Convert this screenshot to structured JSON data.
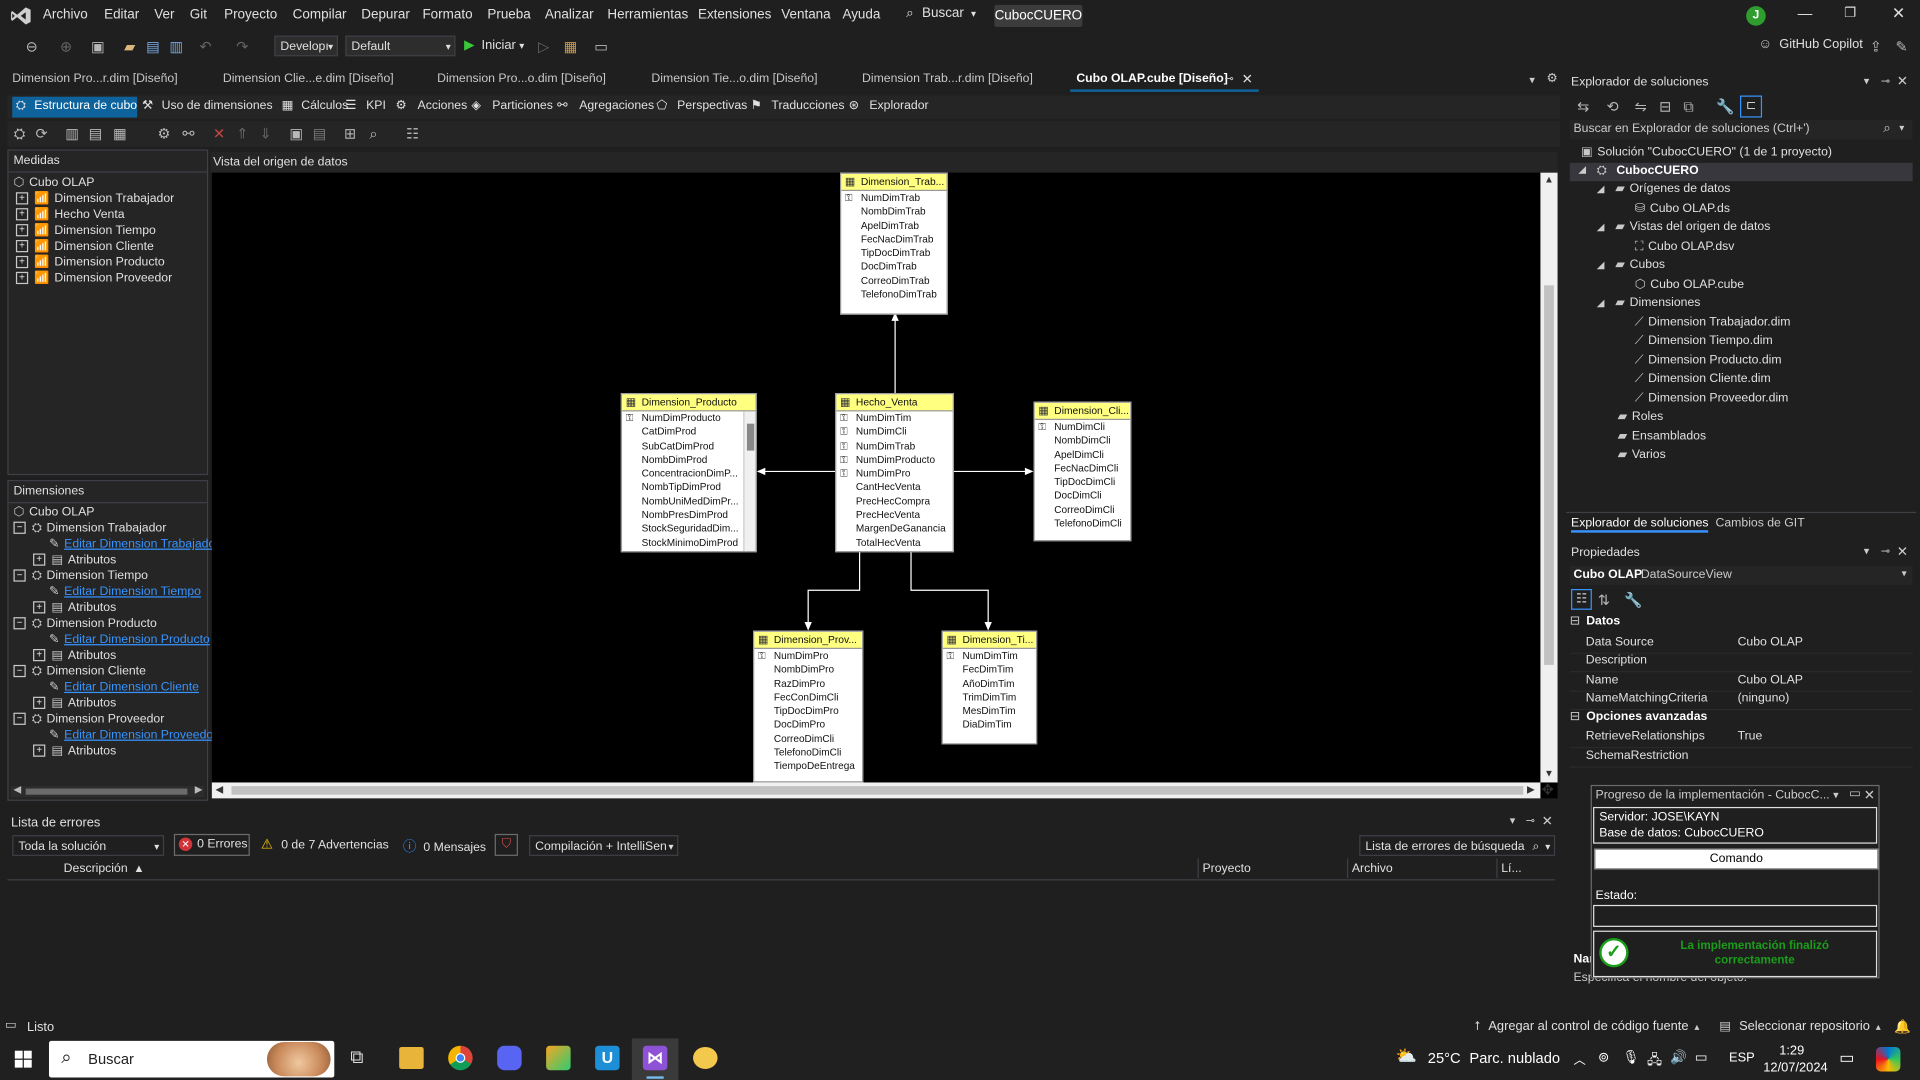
{
  "menu": {
    "items": [
      "Archivo",
      "Editar",
      "Ver",
      "Git",
      "Proyecto",
      "Compilar",
      "Depurar",
      "Formato",
      "Prueba",
      "Analizar",
      "Herramientas",
      "Extensiones",
      "Ventana",
      "Ayuda"
    ],
    "search": "Buscar",
    "solution_name": "CubocCUERO",
    "avatar": "J"
  },
  "toolbar": {
    "config": "Developı",
    "platform": "Default",
    "start": "Iniciar",
    "copilot": "GitHub Copilot"
  },
  "doc_tabs": [
    "Dimension Pro...r.dim [Diseño]",
    "Dimension Clie...e.dim [Diseño]",
    "Dimension Pro...o.dim [Diseño]",
    "Dimension Tie...o.dim [Diseño]",
    "Dimension Trab...r.dim [Diseño]",
    "Cubo OLAP.cube [Diseño]"
  ],
  "cube_toolbar": [
    "Estructura de cubo",
    "Uso de dimensiones",
    "Cálculos",
    "KPI",
    "Acciones",
    "Particiones",
    "Agregaciones",
    "Perspectivas",
    "Traducciones",
    "Explorador"
  ],
  "measures": {
    "title": "Medidas",
    "root": "Cubo OLAP",
    "items": [
      "Dimension Trabajador",
      "Hecho Venta",
      "Dimension Tiempo",
      "Dimension Cliente",
      "Dimension Producto",
      "Dimension Proveedor"
    ]
  },
  "dimensions": {
    "title": "Dimensiones",
    "root": "Cubo OLAP",
    "items": [
      {
        "name": "Dimension Trabajador",
        "edit": "Editar Dimension Trabajador",
        "attr": "Atributos"
      },
      {
        "name": "Dimension Tiempo",
        "edit": "Editar Dimension Tiempo",
        "attr": "Atributos"
      },
      {
        "name": "Dimension Producto",
        "edit": "Editar Dimension Producto",
        "attr": "Atributos"
      },
      {
        "name": "Dimension Cliente",
        "edit": "Editar Dimension Cliente",
        "attr": "Atributos"
      },
      {
        "name": "Dimension Proveedor",
        "edit": "Editar Dimension Proveedor",
        "attr": "Atributos"
      }
    ]
  },
  "dsv": {
    "title": "Vista del origen de datos",
    "tables": {
      "trabajador": {
        "name": "Dimension_Trab...",
        "cols": [
          "NumDimTrab",
          "NombDimTrab",
          "ApelDimTrab",
          "FecNacDimTrab",
          "TipDocDimTrab",
          "DocDimTrab",
          "CorreoDimTrab",
          "TelefonoDimTrab"
        ]
      },
      "producto": {
        "name": "Dimension_Producto",
        "cols": [
          "NumDimProducto",
          "CatDimProd",
          "SubCatDimProd",
          "NombDimProd",
          "ConcentracionDimP...",
          "NombTipDimProd",
          "NombUniMedDimPr...",
          "NombPresDimProd",
          "StockSeguridadDim...",
          "StockMinimoDimProd"
        ]
      },
      "hecho": {
        "name": "Hecho_Venta",
        "cols": [
          "NumDimTim",
          "NumDimCli",
          "NumDimTrab",
          "NumDimProducto",
          "NumDimPro",
          "CantHecVenta",
          "PrecHecCompra",
          "PrecHecVenta",
          "MargenDeGanancia",
          "TotalHecVenta"
        ]
      },
      "cliente": {
        "name": "Dimension_Cli...",
        "cols": [
          "NumDimCli",
          "NombDimCli",
          "ApelDimCli",
          "FecNacDimCli",
          "TipDocDimCli",
          "DocDimCli",
          "CorreoDimCli",
          "TelefonoDimCli"
        ]
      },
      "proveedor": {
        "name": "Dimension_Prov...",
        "cols": [
          "NumDimPro",
          "NombDimPro",
          "RazDimPro",
          "FecConDimCli",
          "TipDocDimPro",
          "DocDimPro",
          "CorreoDimCli",
          "TelefonoDimCli",
          "TiempoDeEntrega"
        ]
      },
      "tiempo": {
        "name": "Dimension_Ti...",
        "cols": [
          "NumDimTim",
          "FecDimTim",
          "AñoDimTim",
          "TrimDimTim",
          "MesDimTim",
          "DiaDimTim"
        ]
      }
    }
  },
  "errors": {
    "title": "Lista de errores",
    "scope": "Toda la solución",
    "errors": "0 Errores",
    "warnings": "0 de 7 Advertencias",
    "messages": "0 Mensajes",
    "build": "Compilación + IntelliSen",
    "search": "Lista de errores de búsqueda",
    "columns": [
      "Descripción",
      "Proyecto",
      "Archivo",
      "Lí..."
    ]
  },
  "solution_explorer": {
    "title": "Explorador de soluciones",
    "search": "Buscar en Explorador de soluciones (Ctrl+')",
    "solution": "Solución \"CubocCUERO\" (1 de 1 proyecto)",
    "project": "CubocCUERO",
    "nodes": [
      {
        "label": "Orígenes de datos",
        "level": 2,
        "kind": "folder",
        "exp": "◢"
      },
      {
        "label": "Cubo OLAP.ds",
        "level": 3,
        "kind": "ds",
        "exp": ""
      },
      {
        "label": "Vistas del origen de datos",
        "level": 2,
        "kind": "folder",
        "exp": "◢"
      },
      {
        "label": "Cubo OLAP.dsv",
        "level": 3,
        "kind": "dsv",
        "exp": ""
      },
      {
        "label": "Cubos",
        "level": 2,
        "kind": "folder",
        "exp": "◢"
      },
      {
        "label": "Cubo OLAP.cube",
        "level": 3,
        "kind": "cube",
        "exp": ""
      },
      {
        "label": "Dimensiones",
        "level": 2,
        "kind": "folder",
        "exp": "◢"
      },
      {
        "label": "Dimension Trabajador.dim",
        "level": 3,
        "kind": "dim",
        "exp": ""
      },
      {
        "label": "Dimension Tiempo.dim",
        "level": 3,
        "kind": "dim",
        "exp": ""
      },
      {
        "label": "Dimension Producto.dim",
        "level": 3,
        "kind": "dim",
        "exp": ""
      },
      {
        "label": "Dimension Cliente.dim",
        "level": 3,
        "kind": "dim",
        "exp": ""
      },
      {
        "label": "Dimension Proveedor.dim",
        "level": 3,
        "kind": "dim",
        "exp": ""
      },
      {
        "label": "Roles",
        "level": 2,
        "kind": "folder",
        "exp": ""
      },
      {
        "label": "Ensamblados",
        "level": 2,
        "kind": "folder",
        "exp": ""
      },
      {
        "label": "Varios",
        "level": 2,
        "kind": "folder",
        "exp": ""
      }
    ],
    "tabs": [
      "Explorador de soluciones",
      "Cambios de GIT"
    ]
  },
  "properties": {
    "title": "Propiedades",
    "object": "Cubo OLAP",
    "object_type": "DataSourceView",
    "sections": [
      {
        "name": "Datos",
        "rows": [
          [
            "Data Source",
            "Cubo OLAP"
          ],
          [
            "Description",
            ""
          ],
          [
            "Name",
            "Cubo OLAP"
          ],
          [
            "NameMatchingCriteria",
            "(ninguno)"
          ]
        ]
      },
      {
        "name": "Opciones avanzadas",
        "rows": [
          [
            "RetrieveRelationships",
            "True"
          ],
          [
            "SchemaRestriction",
            ""
          ]
        ]
      }
    ],
    "desc_title": "Name",
    "desc_text": "Especifica el nombre del objeto."
  },
  "deploy": {
    "title": "Progreso de la implementación - CubocC...",
    "server": "Servidor: JOSE\\KAYN",
    "database": "Base de datos: CubocCUERO",
    "command_header": "Comando",
    "status_label": "Estado:",
    "success": "La implementación finalizó correctamente"
  },
  "status": {
    "ready": "Listo",
    "git": "Agregar al control de código fuente",
    "repo": "Seleccionar repositorio"
  },
  "taskbar": {
    "search": "Buscar",
    "weather": "25°C",
    "weather_desc": "Parc. nublado",
    "lang": "ESP",
    "time": "1:29",
    "date": "12/07/2024"
  },
  "colors": {
    "accent": "#0e639c",
    "table_header": "#ffff80",
    "success": "#1a9e1a",
    "link": "#3794ff"
  }
}
